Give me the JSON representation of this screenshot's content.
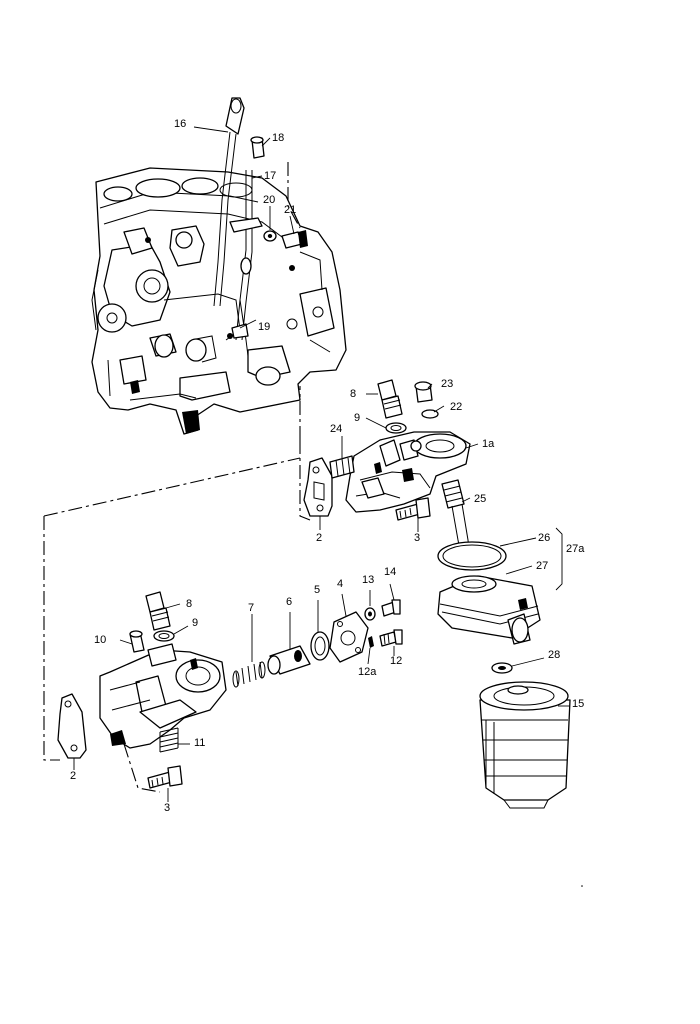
{
  "diagram": {
    "callouts": {
      "c16": "16",
      "c18": "18",
      "c17": "17",
      "c20": "20",
      "c21": "21",
      "c19": "19",
      "c8a": "8",
      "c23": "23",
      "c22": "22",
      "c9a": "9",
      "c24": "24",
      "c1a": "1a",
      "c25": "25",
      "c2a": "2",
      "c3a": "3",
      "c26": "26",
      "c27a": "27a",
      "c27": "27",
      "c8b": "8",
      "c7": "7",
      "c6": "6",
      "c5": "5",
      "c4": "4",
      "c13": "13",
      "c14": "14",
      "c10": "10",
      "c9b": "9",
      "c12": "12",
      "c12a": "12a",
      "c28": "28",
      "c15": "15",
      "c11": "11",
      "c2b": "2",
      "c3b": "3"
    }
  }
}
